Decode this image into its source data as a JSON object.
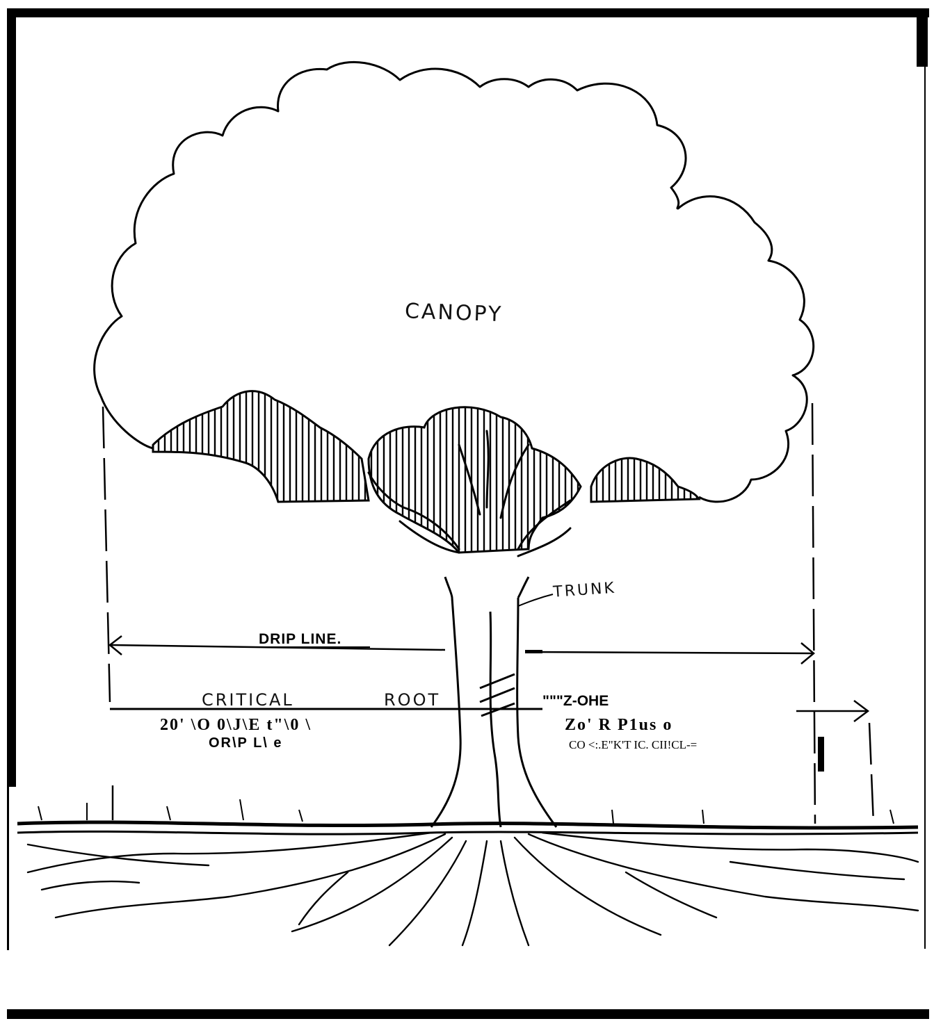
{
  "labels": {
    "canopy": "CANOPY",
    "trunk": "TRUNK",
    "drip_line": "DRIP  LINE.",
    "critical": "CRITICAL",
    "root": "ROOT",
    "zone": "\"\"\"Z-OHE",
    "note_left_1": "20' \\O  0\\J\\E t\"\\0 \\",
    "note_left_2": "OR\\P  L\\ e",
    "note_right_1": "Zo'  R P1us   o",
    "note_right_2": "CO  <:.E\"K'T IC.   CII!CL-="
  },
  "colors": {
    "ink": "#000000",
    "paper": "#ffffff"
  }
}
